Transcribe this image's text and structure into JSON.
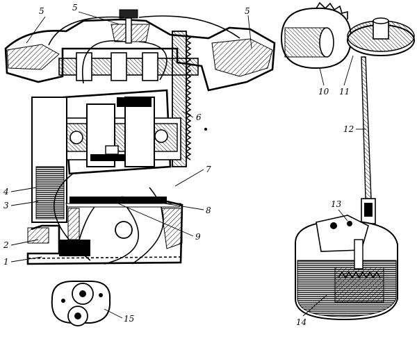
{
  "labels": {
    "l1": "1",
    "l2": "2",
    "l3": "3",
    "l4": "4",
    "l5a": "5",
    "l5b": "5",
    "l5c": "5",
    "l6": "6",
    "l7": "7",
    "l8": "8",
    "l9": "9",
    "l10": "10",
    "l11": "11",
    "l12": "12",
    "l13": "13",
    "l14": "14",
    "l15": "15"
  }
}
